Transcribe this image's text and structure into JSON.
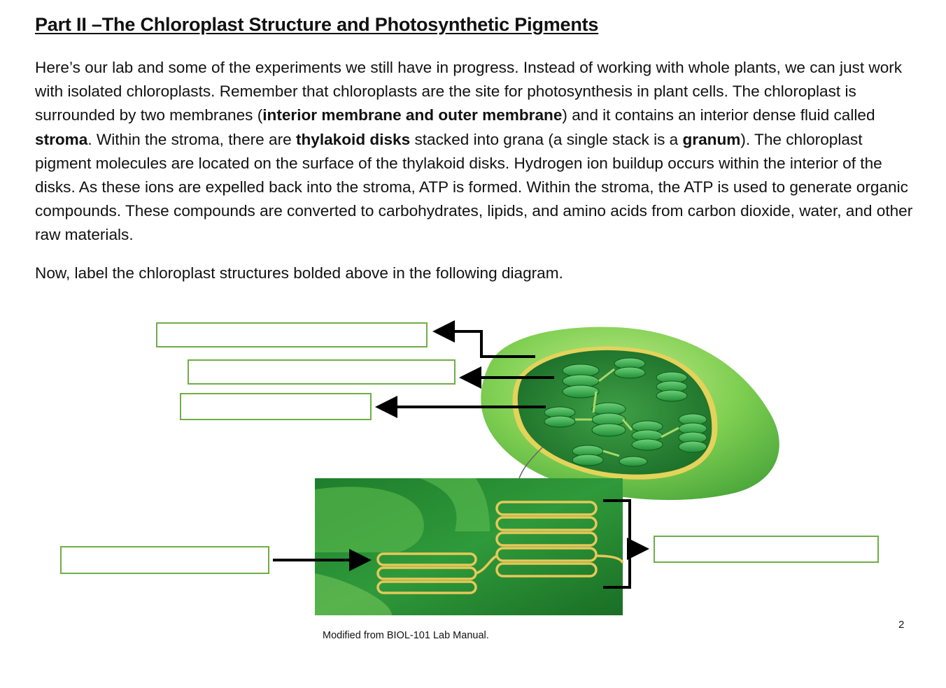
{
  "heading": "Part II –The Chloroplast Structure and Photosynthetic Pigments",
  "paragraph": [
    {
      "t": "Here’s our lab and some of the experiments we still have in progress. Instead of working with whole plants, we can just work with isolated chloroplasts. Remember that chloroplasts are the site for photosynthesis in plant cells. The chloroplast is surrounded by two membranes (",
      "b": false
    },
    {
      "t": "interior membrane and outer membrane",
      "b": true
    },
    {
      "t": ") and it contains an interior dense fluid called ",
      "b": false
    },
    {
      "t": "stroma",
      "b": true
    },
    {
      "t": ". Within the stroma, there are ",
      "b": false
    },
    {
      "t": "thylakoid disks",
      "b": true
    },
    {
      "t": " stacked into grana (a single stack is a ",
      "b": false
    },
    {
      "t": "granum",
      "b": true
    },
    {
      "t": "). The chloroplast pigment molecules are located on the surface of the thylakoid disks. Hydrogen ion buildup occurs within the interior of the disks. As these ions are expelled back into the stroma, ATP is formed. Within the stroma, the ATP is used to generate organic compounds. These compounds are converted to carbohydrates, lipids, and amino acids from carbon dioxide, water, and other raw materials.",
      "b": false
    }
  ],
  "instruction": "Now, label the chloroplast structures bolded above in the following diagram.",
  "label_boxes": [
    "",
    "",
    "",
    "",
    ""
  ],
  "caption": "Modified from BIOL-101 Lab Manual.",
  "page_number": "2",
  "colors": {
    "box_border": "#70ad47",
    "chloroplast_light": "#8fd468",
    "chloroplast_dark": "#1f8a2c",
    "thylakoid_edge": "#e6d35a"
  }
}
